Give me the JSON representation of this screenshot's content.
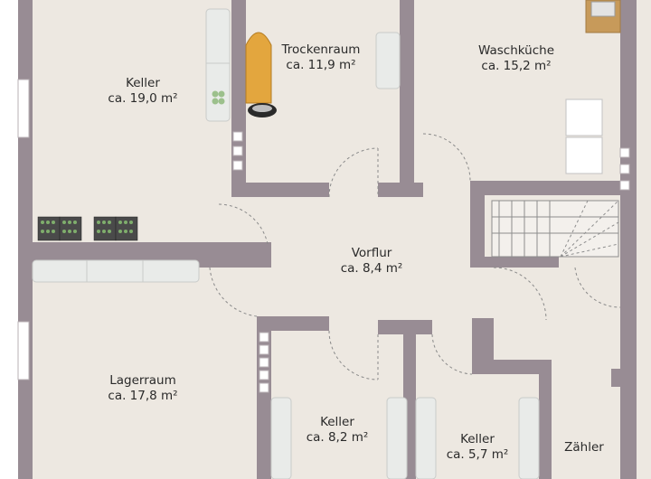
{
  "plan": {
    "colors": {
      "floor": "#ede8e1",
      "wall": "#988c94",
      "door_line": "#8a8a8a",
      "furniture": "#e9ebe9",
      "window": "#ffffff"
    },
    "rooms": [
      {
        "id": "keller-1",
        "name": "Keller",
        "area": "ca. 19,0 m²"
      },
      {
        "id": "trockenraum",
        "name": "Trockenraum",
        "area": "ca. 11,9 m²"
      },
      {
        "id": "waschkueche",
        "name": "Waschküche",
        "area": "ca. 15,2 m²"
      },
      {
        "id": "vorflur",
        "name": "Vorflur",
        "area": "ca. 8,4 m²"
      },
      {
        "id": "lagerraum",
        "name": "Lagerraum",
        "area": "ca. 17,8 m²"
      },
      {
        "id": "keller-2",
        "name": "Keller",
        "area": "ca. 8,2 m²"
      },
      {
        "id": "keller-3",
        "name": "Keller",
        "area": "ca. 5,7 m²"
      },
      {
        "id": "zaehler",
        "name": "Zähler",
        "area": ""
      }
    ],
    "icons": [
      "shelf-icon",
      "bottle-crate-icon",
      "ironing-board-icon",
      "washing-machine-icon",
      "dryer-icon",
      "sink-icon",
      "staircase-icon",
      "door-swing-icon",
      "window-icon"
    ]
  }
}
